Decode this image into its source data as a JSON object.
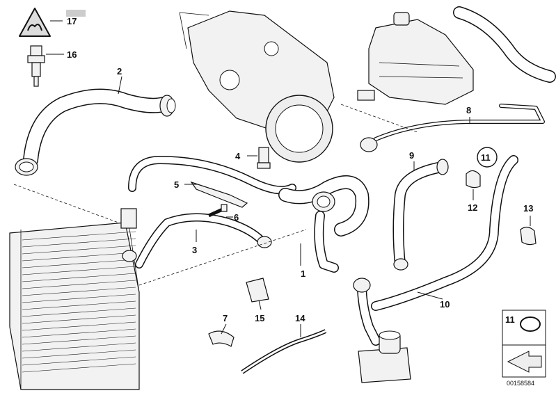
{
  "callouts": {
    "c1": "1",
    "c2": "2",
    "c3": "3",
    "c4": "4",
    "c5": "5",
    "c6": "6",
    "c7": "7",
    "c8": "8",
    "c9": "9",
    "c10": "10",
    "c11": "11",
    "c12": "12",
    "c13": "13",
    "c14": "14",
    "c15": "15",
    "c16": "16",
    "c17": "17"
  },
  "legend_box": {
    "label": "11"
  },
  "diagram_code": "00158584",
  "colors": {
    "line": "#111111",
    "part_fill": "#f2f2f2",
    "background": "#ffffff"
  }
}
